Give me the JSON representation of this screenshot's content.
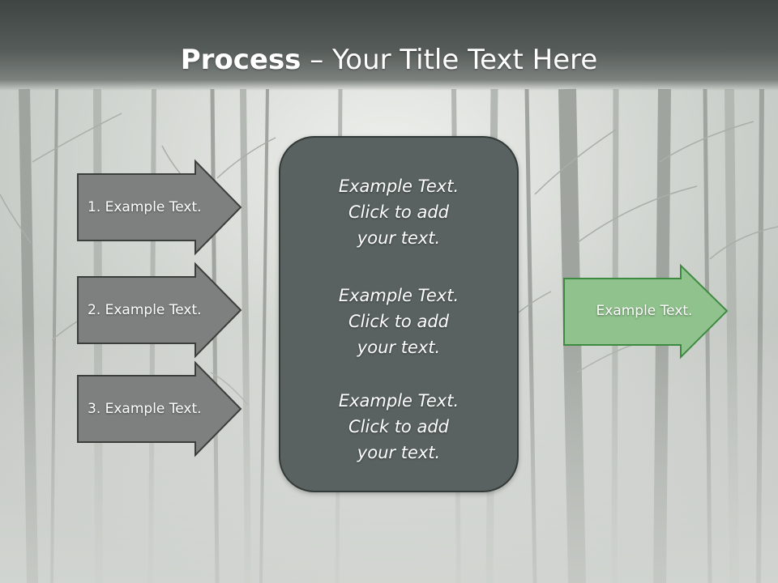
{
  "slide": {
    "title_bold": "Process",
    "title_rest": " – Your Title Text Here"
  },
  "inputs": [
    {
      "label": "1. Example Text."
    },
    {
      "label": "2. Example Text."
    },
    {
      "label": "3. Example Text."
    }
  ],
  "process_box": {
    "items": [
      {
        "text": "Example Text.\nClick  to add\nyour text."
      },
      {
        "text": "Example Text.\nClick  to add\nyour text."
      },
      {
        "text": "Example Text.\nClick  to add\nyour text."
      }
    ]
  },
  "output": {
    "label": "Example Text."
  },
  "colors": {
    "input_arrow_fill": "#7e807f",
    "input_arrow_stroke": "#3a3f3c",
    "output_arrow_fill": "#8fc28c",
    "output_arrow_stroke": "#3f8a41",
    "process_box_fill": "#596260"
  }
}
